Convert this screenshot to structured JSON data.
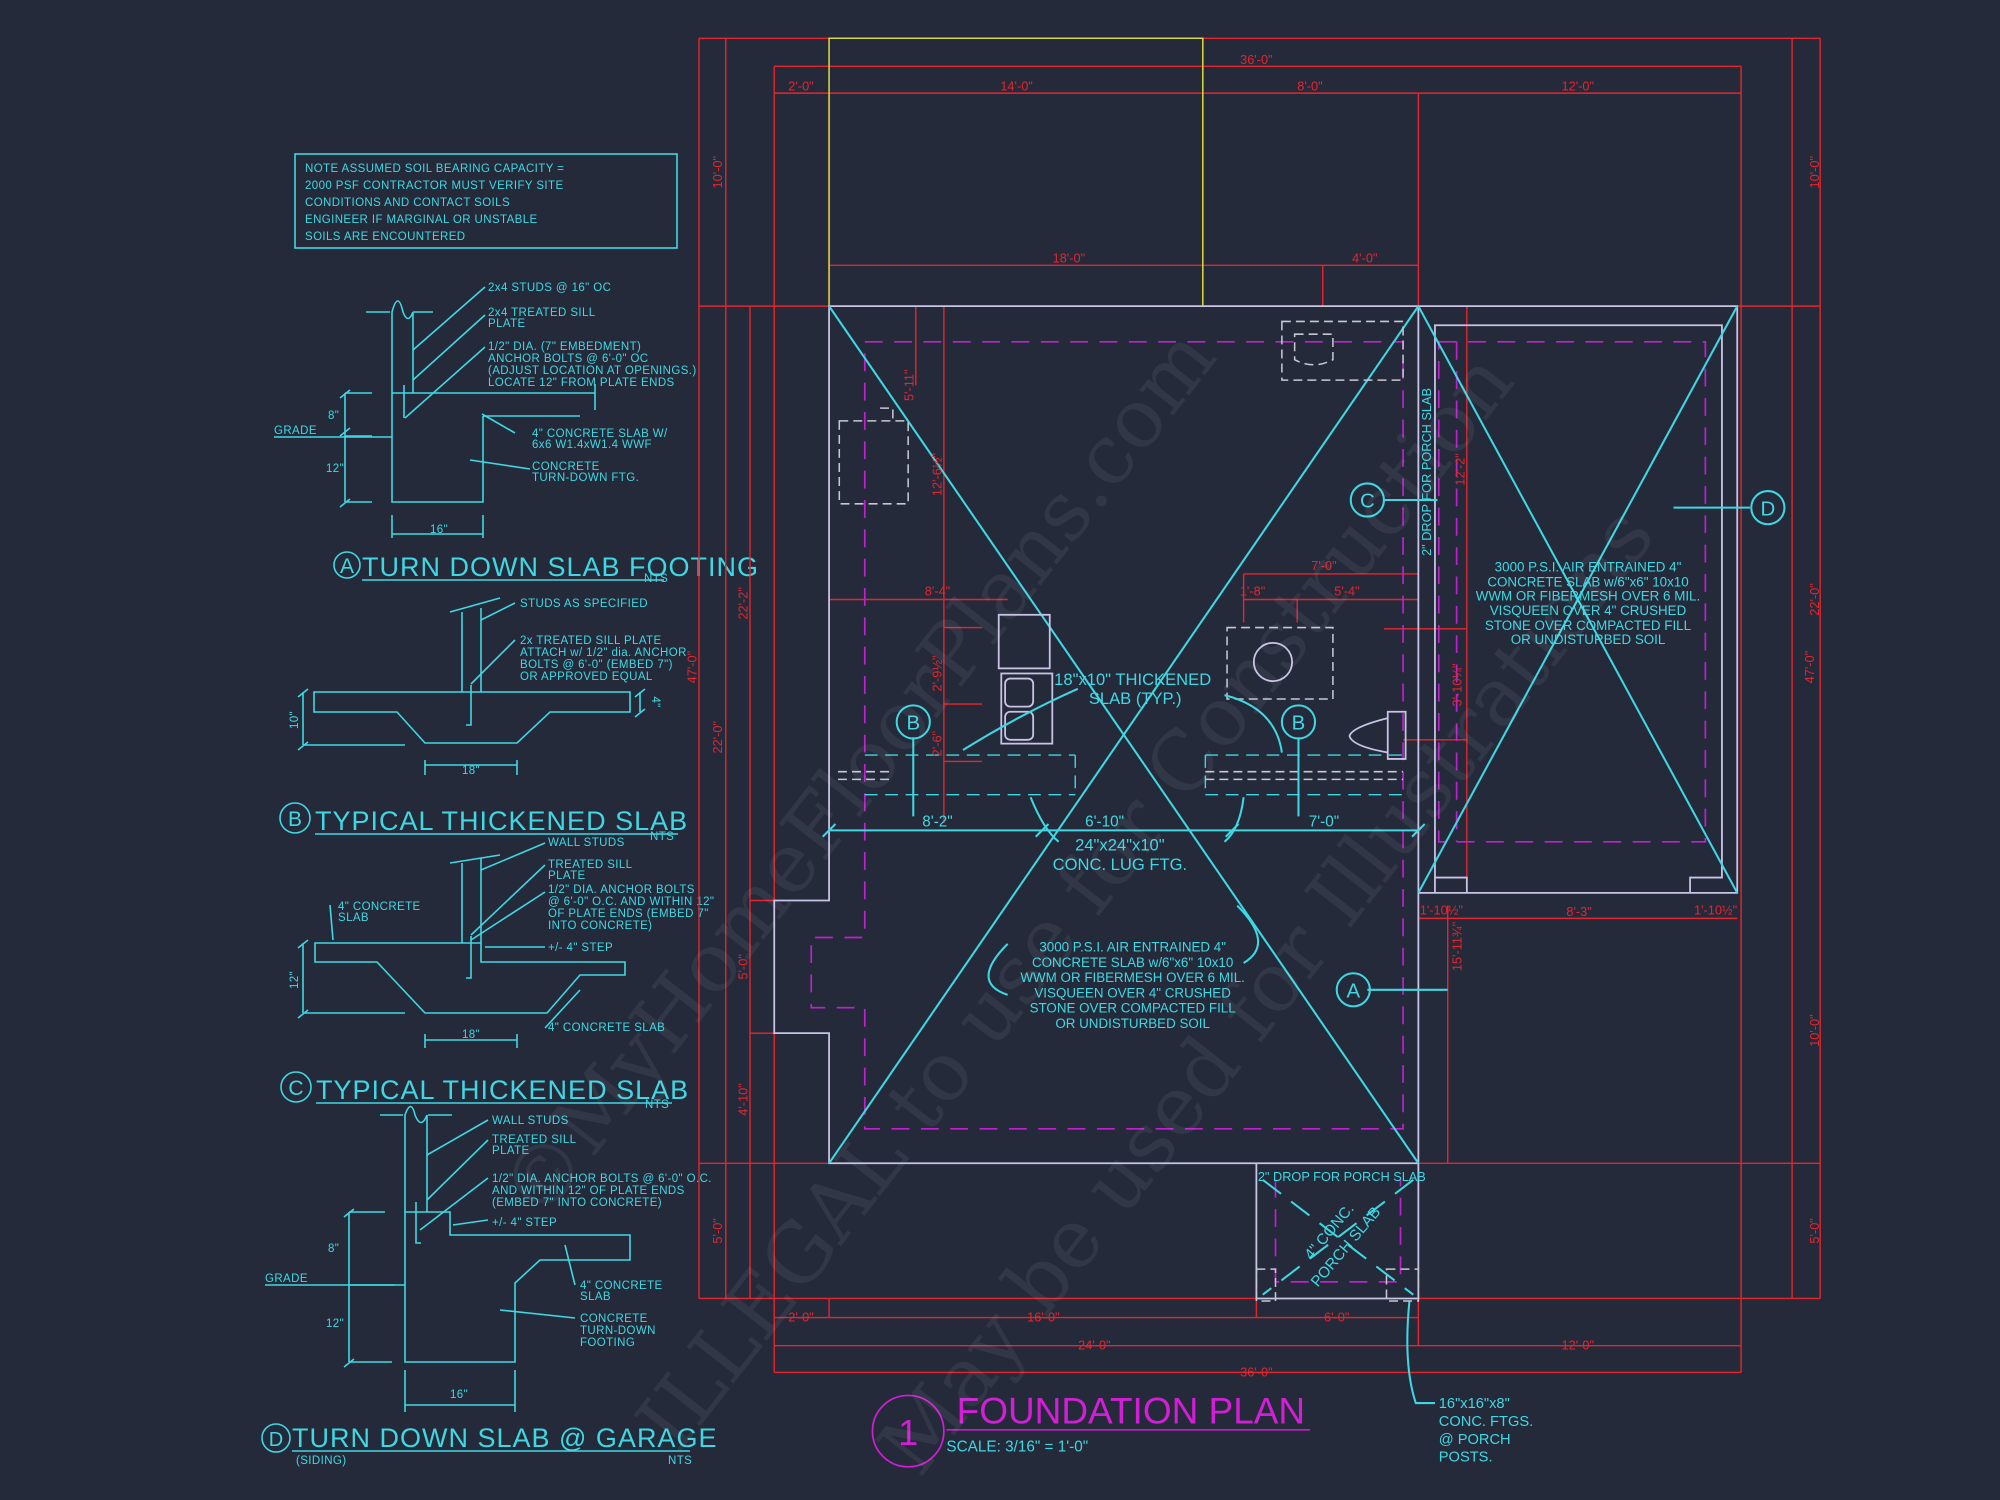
{
  "drawing": {
    "number": "1",
    "title": "FOUNDATION PLAN",
    "scale": "SCALE: 3/16\" = 1'-0\""
  },
  "note": [
    "NOTE ASSUMED SOIL BEARING CAPACITY =",
    "2000 PSF CONTRACTOR MUST VERIFY SITE",
    "CONDITIONS AND CONTACT SOILS",
    "ENGINEER IF MARGINAL OR UNSTABLE",
    "SOILS ARE ENCOUNTERED"
  ],
  "detail_a": {
    "tag": "A",
    "title": "TURN DOWN SLAB FOOTING",
    "nts": "NTS",
    "studs": "2x4 STUDS @ 16\" OC",
    "sill": [
      "2x4 TREATED SILL",
      "PLATE"
    ],
    "bolts": [
      "1/2\" DIA. (7\" EMBEDMENT)",
      "ANCHOR BOLTS @ 6'-0\" OC",
      "(ADJUST LOCATION AT OPENINGS.)",
      "LOCATE 12\" FROM PLATE ENDS"
    ],
    "slab": [
      "4\" CONCRETE SLAB W/",
      "6x6 W1.4xW1.4 WWF"
    ],
    "footing": [
      "CONCRETE",
      "TURN-DOWN FTG."
    ],
    "grade": "GRADE",
    "d8": "8\"",
    "d12": "12\"",
    "d16": "16\""
  },
  "detail_b": {
    "tag": "B",
    "title": "TYPICAL THICKENED SLAB",
    "nts": "NTS",
    "studs": "STUDS AS SPECIFIED",
    "sill": [
      "2x  TREATED SILL PLATE",
      "ATTACH w/ 1/2\" dia. ANCHOR",
      "BOLTS @ 6'-0\" (EMBED 7\")",
      "OR APPROVED EQUAL"
    ],
    "d10": "10\"",
    "d4": "4\"",
    "d18": "18\""
  },
  "detail_c": {
    "tag": "C",
    "title": "TYPICAL THICKENED SLAB",
    "nts": "NTS",
    "studs": "WALL STUDS",
    "sill": [
      "TREATED SILL",
      "PLATE"
    ],
    "bolts": [
      "1/2\" DIA. ANCHOR BOLTS",
      "@ 6'-0\" O.C. AND WITHIN 12\"",
      "OF PLATE ENDS (EMBED 7\"",
      "INTO CONCRETE)"
    ],
    "step": "+/- 4\" STEP",
    "slab_left": [
      "4\" CONCRETE",
      "SLAB"
    ],
    "slab_right": "4\" CONCRETE SLAB",
    "d12": "12\"",
    "d18": "18\""
  },
  "detail_d": {
    "tag": "D",
    "title": "TURN DOWN SLAB @ GARAGE",
    "subtitle": "(SIDING)",
    "nts": "NTS",
    "studs": "WALL STUDS",
    "sill": [
      "TREATED SILL",
      "PLATE"
    ],
    "bolts": [
      "1/2\" DIA. ANCHOR BOLTS @ 6'-0\" O.C.",
      "AND WITHIN 12\" OF PLATE ENDS",
      "(EMBED 7\" INTO CONCRETE)"
    ],
    "step": "+/- 4\" STEP",
    "slab": [
      "4\" CONCRETE",
      "SLAB"
    ],
    "footing": [
      "CONCRETE",
      "TURN-DOWN",
      "FOOTING"
    ],
    "grade": "GRADE",
    "d8": "8\"",
    "d12": "12\"",
    "d16": "16\""
  },
  "plan": {
    "slab_note": [
      "3000 P.S.I. AIR ENTRAINED 4\"",
      "CONCRETE SLAB w/6\"x6\" 10x10",
      "WWM OR FIBERMESH OVER 6 MIL.",
      "VISQUEEN OVER 4\" CRUSHED",
      "STONE OVER COMPACTED FILL",
      "OR UNDISTURBED SOIL"
    ],
    "garage_note": [
      "3000 P.S.I. AIR ENTRAINED 4\"",
      "CONCRETE SLAB w/6\"x6\" 10x10",
      "WWM OR FIBERMESH OVER 6 MIL.",
      "VISQUEEN OVER 4\" CRUSHED",
      "STONE OVER COMPACTED FILL",
      "OR UNDISTURBED SOIL"
    ],
    "thickened": [
      "18\"x10\" THICKENED",
      "SLAB (TYP.)"
    ],
    "lug": [
      "24\"x24\"x10\"",
      "CONC. LUG FTG."
    ],
    "porch_drop": "2\" DROP FOR PORCH SLAB",
    "garage_drop": "2\" DROP FOR PORCH SLAB",
    "porch_slab": [
      "4\" CONC.",
      "PORCH SLAB"
    ],
    "porch_ftg": [
      "16\"x16\"x8\"",
      "CONC. FTGS.",
      "@ PORCH",
      "POSTS."
    ],
    "bubbles": {
      "a": "A",
      "b": "B",
      "c": "C",
      "d": "D"
    },
    "slab_dims": [
      "8'-2\"",
      "6'-10\"",
      "7'-0\""
    ],
    "dims": [
      "36'-0\"",
      "2'-0\"",
      "14'-0\"",
      "8'-0\"",
      "12'-0\"",
      "18'-0\"",
      "4'-0\"",
      "10'-0\"",
      "22'-2\"",
      "47'-0\"",
      "22'-0\"",
      "5'-0\"",
      "4'-10\"",
      "5'-0\"",
      "5'-11\"",
      "12'-6½\"",
      "8'-4\"",
      "2'-9½\"",
      "2'-6\"",
      "10'-0\"",
      "22'-0\"",
      "47'-0\"",
      "10'-0\"",
      "5'-0\"",
      "12'-2\"",
      "3'-10¼\"",
      "15'-11¾\"",
      "7'-0\"",
      "1'-8\"",
      "5'-4\"",
      "1'-10½\"",
      "8'-3\"",
      "1'-10½\"",
      "2'-0\"",
      "16'-0\"",
      "6'-0\"",
      "24'-0\"",
      "12'-0\"",
      "36'-0\""
    ]
  },
  "watermark": [
    "©MyHomeFloorPlans.com",
    "ILLEGAL to use for Construction",
    "May be used for Illustrations"
  ],
  "colors": {
    "background": "#252a3b",
    "annotation": "#3fd8e2",
    "dimension": "#e3262e",
    "title": "#d21fd6",
    "outline": "#c9c3e6"
  }
}
